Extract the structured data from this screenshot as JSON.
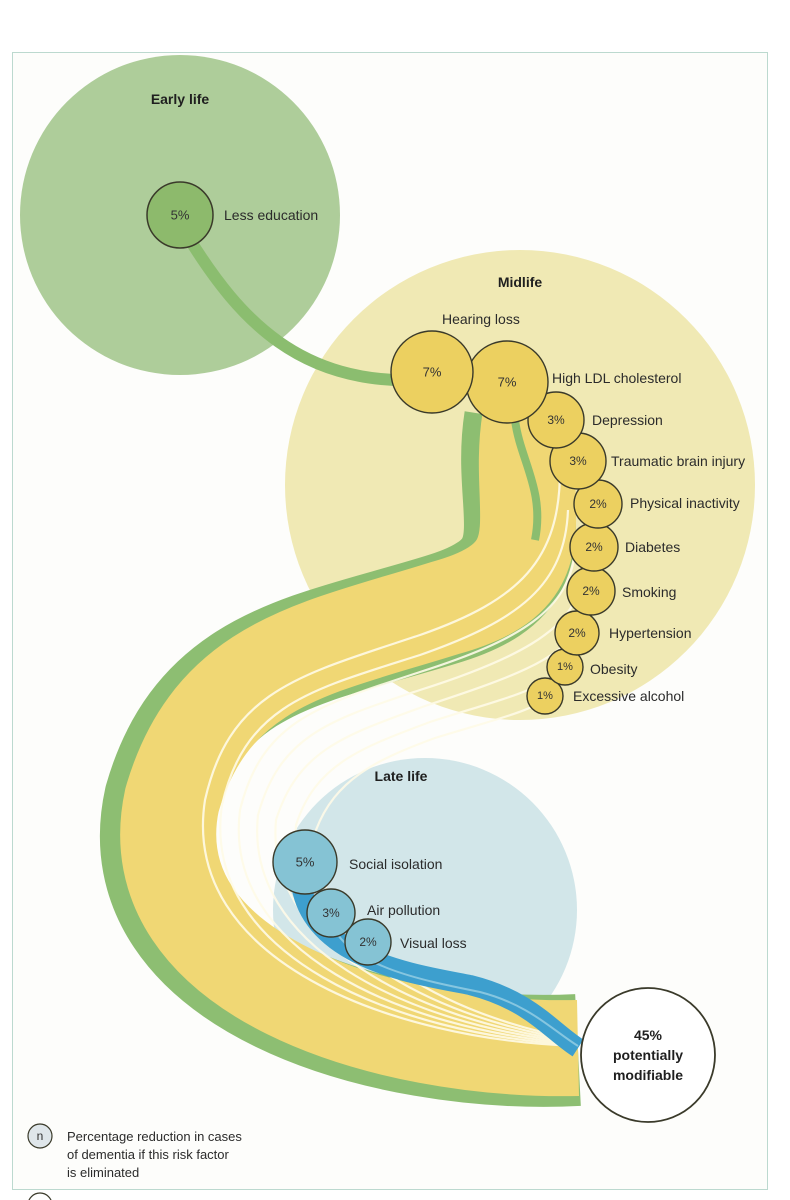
{
  "stages": {
    "early_life": {
      "title": "Early life",
      "factors": [
        {
          "pct": "5%",
          "label": "Less education"
        }
      ]
    },
    "midlife": {
      "title": "Midlife",
      "factors": [
        {
          "pct": "7%",
          "label": "Hearing loss"
        },
        {
          "pct": "7%",
          "label": "High LDL cholesterol"
        },
        {
          "pct": "3%",
          "label": "Depression"
        },
        {
          "pct": "3%",
          "label": "Traumatic brain injury"
        },
        {
          "pct": "2%",
          "label": "Physical inactivity"
        },
        {
          "pct": "2%",
          "label": "Diabetes"
        },
        {
          "pct": "2%",
          "label": "Smoking"
        },
        {
          "pct": "2%",
          "label": "Hypertension"
        },
        {
          "pct": "1%",
          "label": "Obesity"
        },
        {
          "pct": "1%",
          "label": "Excessive alcohol"
        }
      ]
    },
    "late_life": {
      "title": "Late life",
      "factors": [
        {
          "pct": "5%",
          "label": "Social isolation"
        },
        {
          "pct": "3%",
          "label": "Air pollution"
        },
        {
          "pct": "2%",
          "label": "Visual loss"
        }
      ]
    }
  },
  "total": {
    "line1": "45%",
    "line2": "potentially",
    "line3": "modifiable"
  },
  "legend": {
    "symbol": "n",
    "line1": "Percentage reduction in cases",
    "line2": "of dementia if this risk factor",
    "line3": "is eliminated"
  },
  "colors": {
    "early_bg": "#aecd9a",
    "early_node": "#8dba6c",
    "mid_bg": "#f0e9b4",
    "mid_node": "#ecd060",
    "late_bg": "#d2e6e9",
    "late_node": "#85c3d4",
    "band_green": "#8bbd6f",
    "band_yellow": "#f0d774",
    "band_blue": "#3d9fce",
    "outline": "#3a3a2a"
  }
}
